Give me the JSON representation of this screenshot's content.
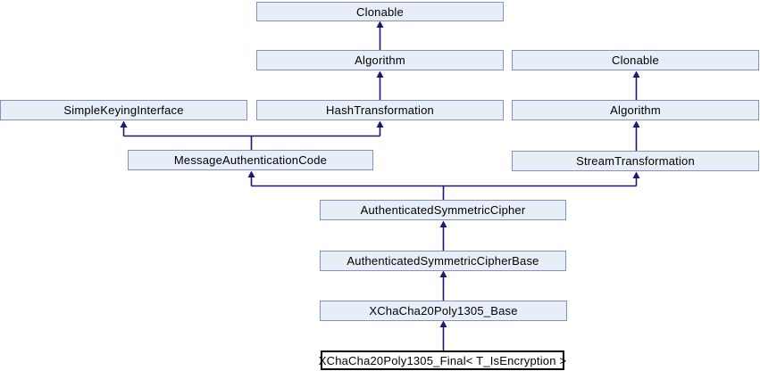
{
  "diagram": {
    "type": "class-inheritance-graph",
    "nodes": {
      "clonable_top": {
        "label": "Clonable"
      },
      "algorithm_center": {
        "label": "Algorithm"
      },
      "clonable_right": {
        "label": "Clonable"
      },
      "simple_keying_interface": {
        "label": "SimpleKeyingInterface"
      },
      "hash_transformation": {
        "label": "HashTransformation"
      },
      "algorithm_right": {
        "label": "Algorithm"
      },
      "message_authentication_code": {
        "label": "MessageAuthenticationCode"
      },
      "stream_transformation": {
        "label": "StreamTransformation"
      },
      "authenticated_symmetric_cipher": {
        "label": "AuthenticatedSymmetricCipher"
      },
      "authenticated_symmetric_cipher_base": {
        "label": "AuthenticatedSymmetricCipherBase"
      },
      "xchacha20_poly1305_base": {
        "label": "XChaCha20Poly1305_Base"
      },
      "xchacha20_poly1305_final": {
        "label": "XChaCha20Poly1305_Final< T_IsEncryption >",
        "highlighted": true
      }
    },
    "edges": [
      {
        "from": "algorithm_center",
        "to": "clonable_top"
      },
      {
        "from": "hash_transformation",
        "to": "algorithm_center"
      },
      {
        "from": "message_authentication_code",
        "to": "simple_keying_interface"
      },
      {
        "from": "message_authentication_code",
        "to": "hash_transformation"
      },
      {
        "from": "algorithm_right",
        "to": "clonable_right"
      },
      {
        "from": "stream_transformation",
        "to": "algorithm_right"
      },
      {
        "from": "authenticated_symmetric_cipher",
        "to": "message_authentication_code"
      },
      {
        "from": "authenticated_symmetric_cipher",
        "to": "stream_transformation"
      },
      {
        "from": "authenticated_symmetric_cipher_base",
        "to": "authenticated_symmetric_cipher"
      },
      {
        "from": "xchacha20_poly1305_base",
        "to": "authenticated_symmetric_cipher_base"
      },
      {
        "from": "xchacha20_poly1305_final",
        "to": "xchacha20_poly1305_base"
      }
    ],
    "colors": {
      "background": "#FFFFFF",
      "node_fill": "#E8EEF7",
      "node_border": "#8291BE",
      "edge": "#191970",
      "text": "#000000",
      "highlight_fill": "#FFFFFF",
      "highlight_border": "#000000"
    }
  }
}
